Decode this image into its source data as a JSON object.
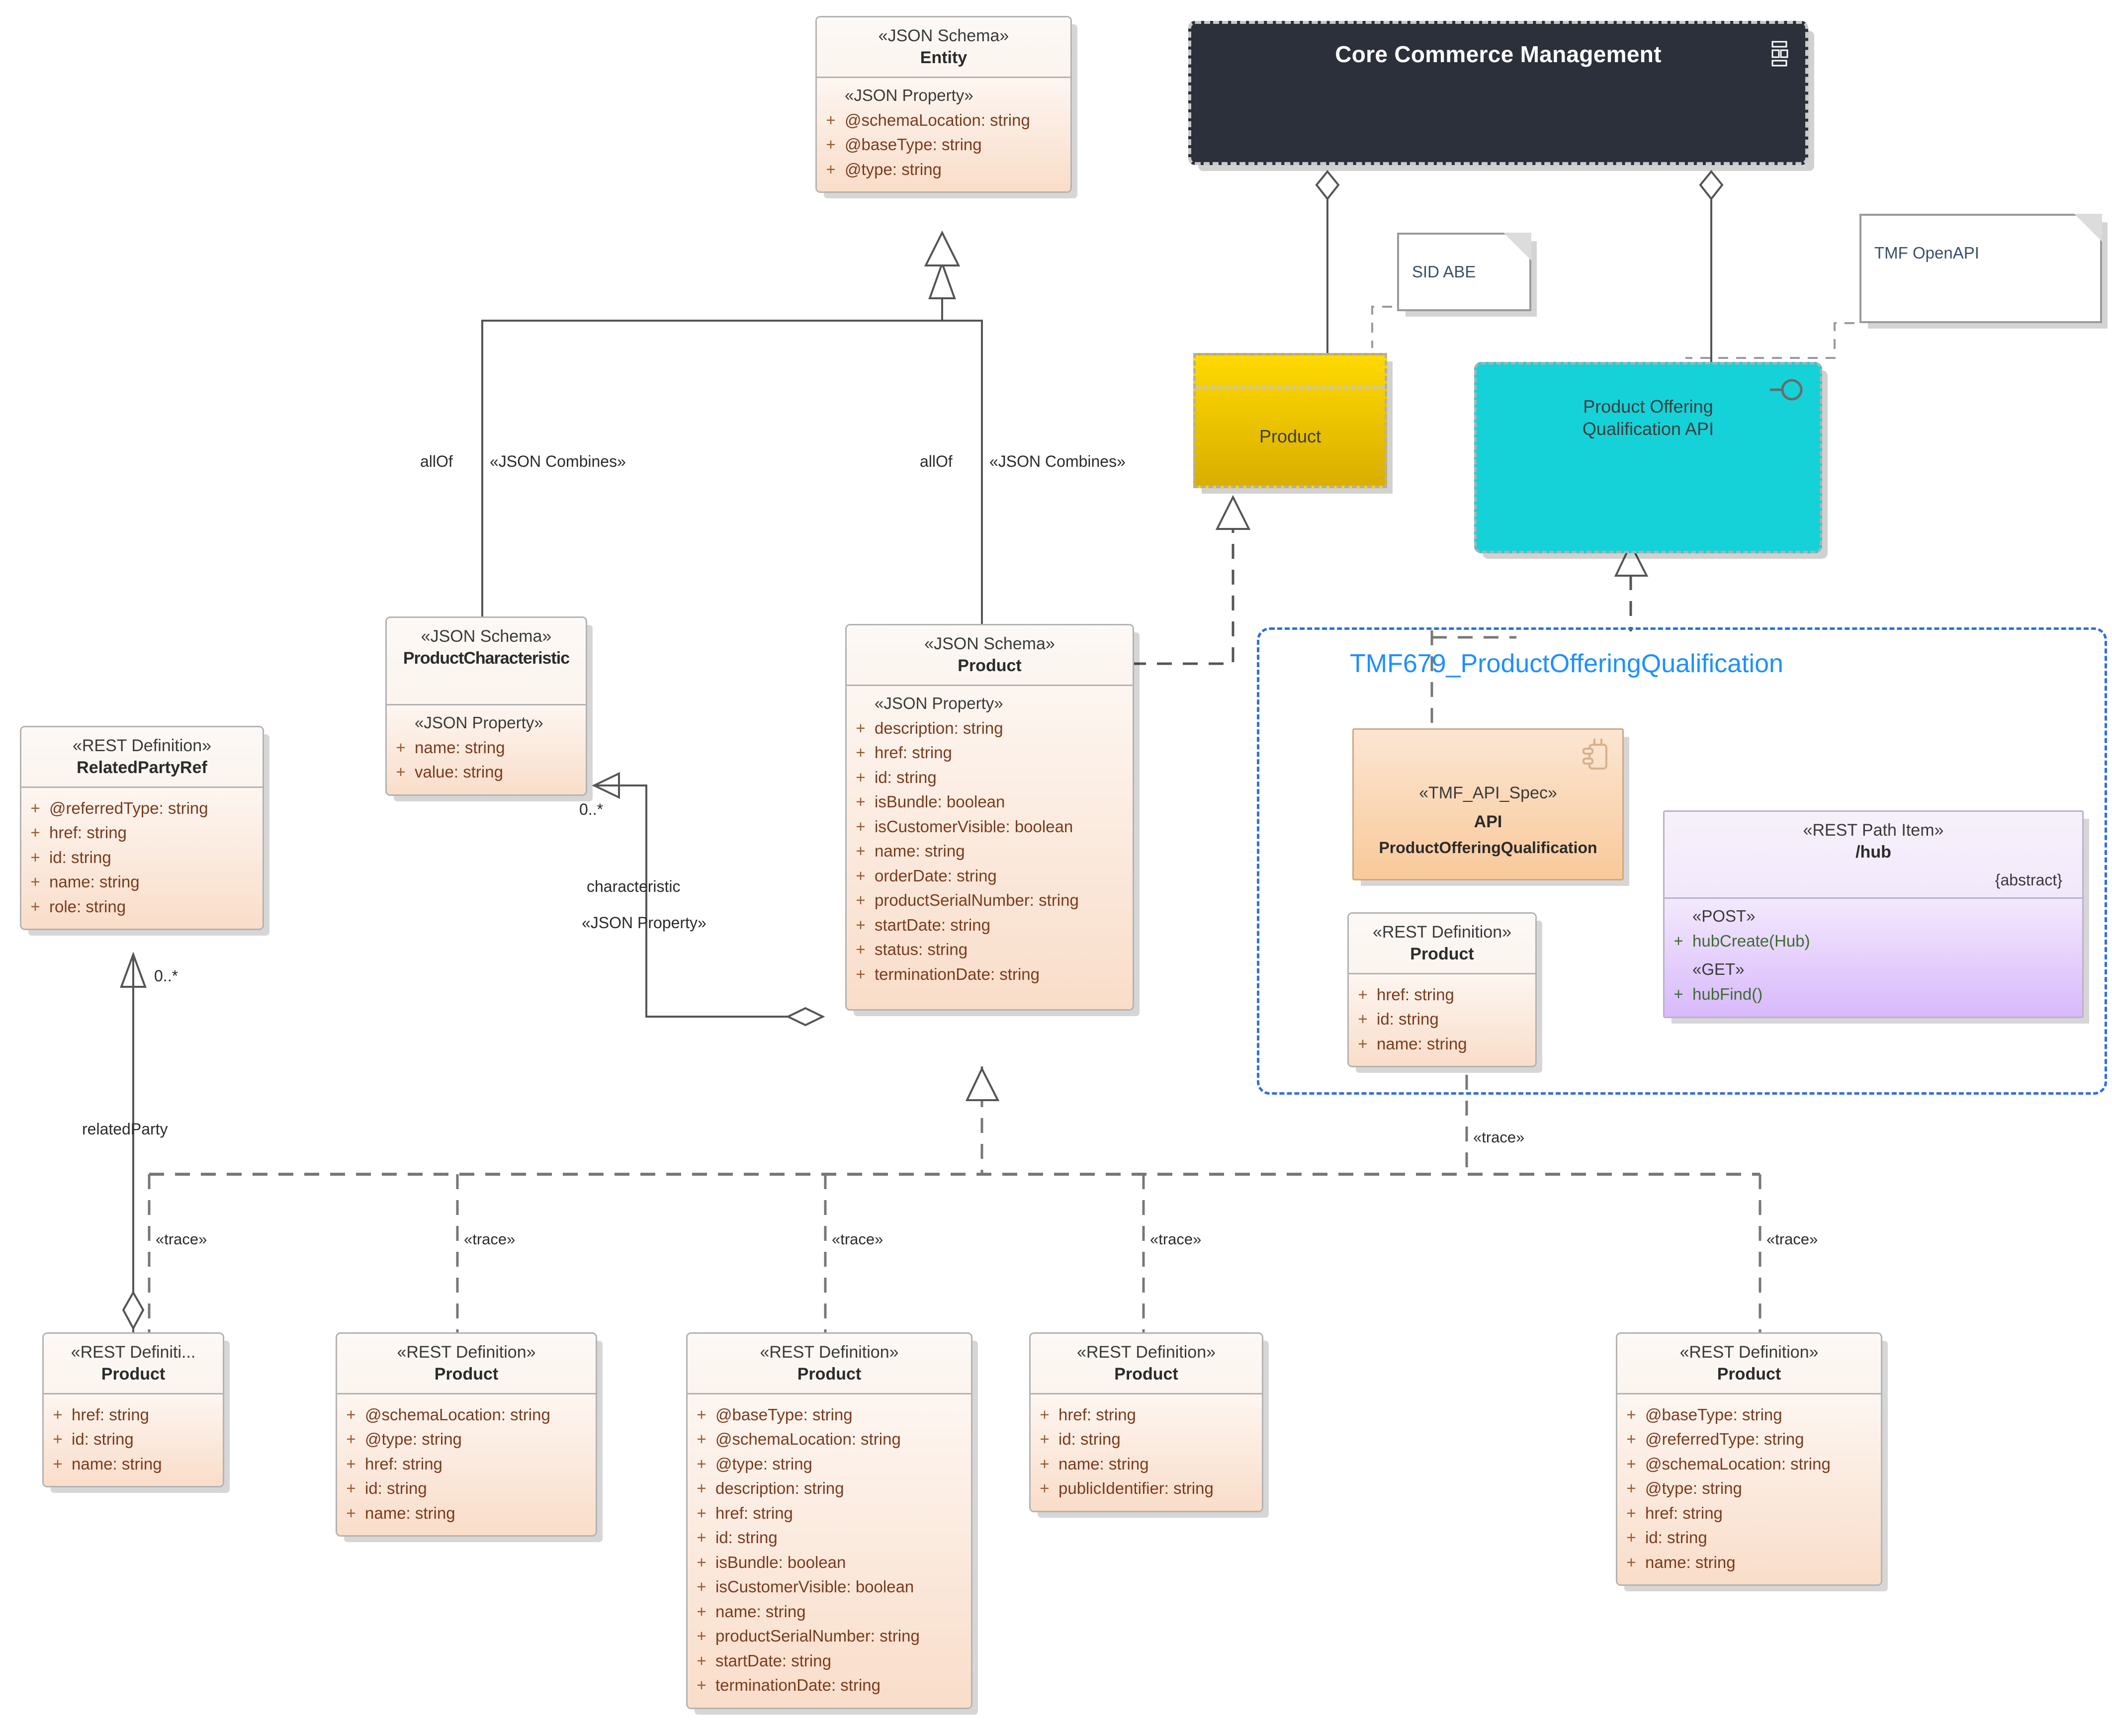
{
  "diagram": {
    "title": "TMF679_ProductOfferingQualification",
    "package_node": "Core Commerce Management",
    "notes": [
      {
        "text": "SID ABE"
      },
      {
        "text": "TMF OpenAPI"
      }
    ],
    "colored_nodes": [
      {
        "label": "Product",
        "color": "#f5c800"
      },
      {
        "label": "Product Offering\nQualification API",
        "label_line1": "Product Offering",
        "label_line2": "Qualification API",
        "color": "#14d2d8"
      }
    ]
  },
  "classes": {
    "entity": {
      "stereotype": "«JSON Schema»",
      "name": "Entity",
      "group": "«JSON Property»",
      "attrs": [
        "@schemaLocation: string",
        "@baseType: string",
        "@type: string"
      ]
    },
    "product_characteristic": {
      "stereotype": "«JSON Schema»",
      "name": "ProductCharacteristic",
      "group": "«JSON Property»",
      "attrs": [
        "name: string",
        "value: string"
      ]
    },
    "product_schema": {
      "stereotype": "«JSON Schema»",
      "name": "Product",
      "group": "«JSON Property»",
      "attrs": [
        "description: string",
        "href: string",
        "id: string",
        "isBundle: boolean",
        "isCustomerVisible: boolean",
        "name: string",
        "orderDate: string",
        "productSerialNumber: string",
        "startDate: string",
        "status: string",
        "terminationDate: string"
      ]
    },
    "related_party_ref": {
      "stereotype": "«REST Definition»",
      "name": "RelatedPartyRef",
      "attrs": [
        "@referredType: string",
        "href: string",
        "id: string",
        "name: string",
        "role: string"
      ]
    },
    "api_spec": {
      "stereotype": "«TMF_API_Spec»",
      "name_line1": "API",
      "name_line2": "ProductOfferingQualification"
    },
    "rest_product_in_pkg": {
      "stereotype": "«REST Definition»",
      "name": "Product",
      "attrs": [
        "href: string",
        "id: string",
        "name: string"
      ]
    },
    "rest_path_hub": {
      "stereotype": "«REST Path Item»",
      "name": "/hub",
      "abstract": "{abstract}",
      "operations": [
        {
          "stereotype": "«POST»",
          "signature": "hubCreate(Hub)"
        },
        {
          "stereotype": "«GET»",
          "signature": "hubFind()"
        }
      ]
    },
    "bottom_rest_1": {
      "stereotype": "«REST Definiti...",
      "name": "Product",
      "attrs": [
        "href: string",
        "id: string",
        "name: string"
      ]
    },
    "bottom_rest_2": {
      "stereotype": "«REST Definition»",
      "name": "Product",
      "attrs": [
        "@schemaLocation: string",
        "@type: string",
        "href: string",
        "id: string",
        "name: string"
      ]
    },
    "bottom_rest_3": {
      "stereotype": "«REST Definition»",
      "name": "Product",
      "attrs": [
        "@baseType: string",
        "@schemaLocation: string",
        "@type: string",
        "description: string",
        "href: string",
        "id: string",
        "isBundle: boolean",
        "isCustomerVisible: boolean",
        "name: string",
        "productSerialNumber: string",
        "startDate: string",
        "terminationDate: string"
      ]
    },
    "bottom_rest_4": {
      "stereotype": "«REST Definition»",
      "name": "Product",
      "attrs": [
        "href: string",
        "id: string",
        "name: string",
        "publicIdentifier: string"
      ]
    },
    "bottom_rest_5": {
      "stereotype": "«REST Definition»",
      "name": "Product",
      "attrs": [
        "@baseType: string",
        "@referredType: string",
        "@schemaLocation: string",
        "@type: string",
        "href: string",
        "id: string",
        "name: string"
      ]
    }
  },
  "edge_labels": {
    "allof_left": "allOf",
    "combines_left": "«JSON Combines»",
    "allof_right": "allOf",
    "combines_right": "«JSON Combines»",
    "characteristic": "characteristic",
    "characteristic_stereo": "«JSON Property»",
    "mult_char": "0..*",
    "related_party": "relatedParty",
    "mult_related": "0..*",
    "trace": "«trace»"
  },
  "colors": {
    "product_node": "#f5c800",
    "api_node": "#14d2d8",
    "package_node": "#2b303b",
    "frame_blue": "#2f6fe0",
    "frame_title": "#1e90ff",
    "attr_text": "#7a3b1d",
    "path_item": "#d8b9fb"
  }
}
